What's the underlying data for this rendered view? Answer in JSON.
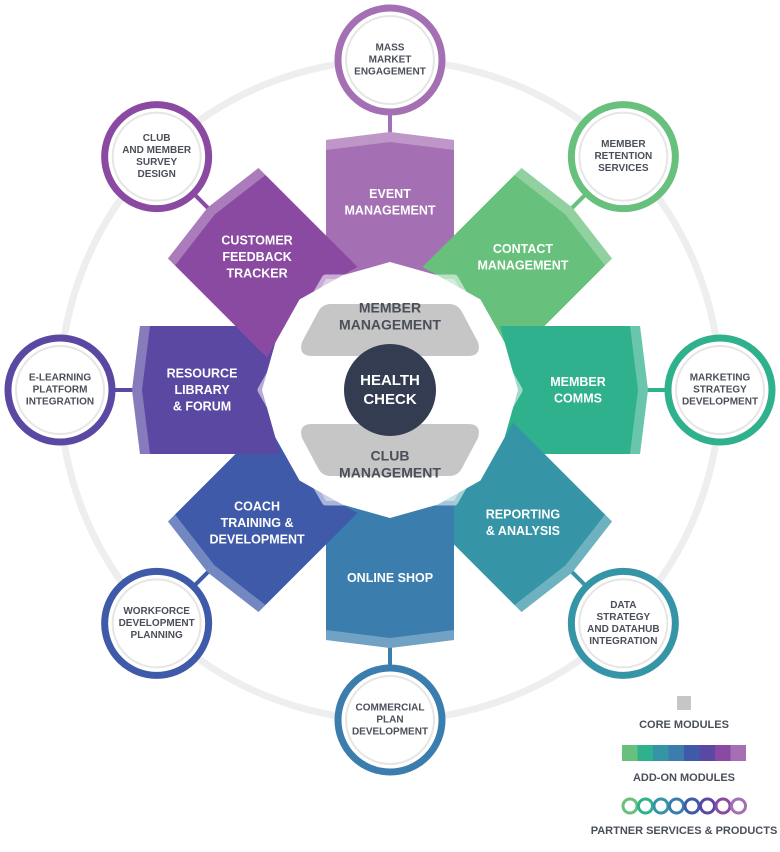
{
  "hub": {
    "lines": [
      "HEALTH",
      "CHECK"
    ],
    "color": "#343c52"
  },
  "core_modules": [
    {
      "lines": [
        "MEMBER",
        "MANAGEMENT"
      ]
    },
    {
      "lines": [
        "CLUB",
        "MANAGEMENT"
      ]
    }
  ],
  "add_on_modules": [
    {
      "lines": [
        "EVENT",
        "MANAGEMENT"
      ],
      "color": "#a56fb3"
    },
    {
      "lines": [
        "CONTACT",
        "MANAGEMENT"
      ],
      "color": "#67c07b"
    },
    {
      "lines": [
        "MEMBER",
        "COMMS"
      ],
      "color": "#30b18d"
    },
    {
      "lines": [
        "REPORTING",
        "& ANALYSIS"
      ],
      "color": "#3694a7"
    },
    {
      "lines": [
        "ONLINE SHOP"
      ],
      "color": "#3b7eae"
    },
    {
      "lines": [
        "COACH",
        "TRAINING &",
        "DEVELOPMENT"
      ],
      "color": "#3e5aa8"
    },
    {
      "lines": [
        "RESOURCE",
        "LIBRARY",
        "& FORUM"
      ],
      "color": "#5a48a2"
    },
    {
      "lines": [
        "CUSTOMER",
        "FEEDBACK",
        "TRACKER"
      ],
      "color": "#8b4aa1"
    }
  ],
  "partner_services": [
    {
      "lines": [
        "MASS",
        "MARKET",
        "ENGAGEMENT"
      ],
      "color": "#a56fb3"
    },
    {
      "lines": [
        "MEMBER",
        "RETENTION",
        "SERVICES"
      ],
      "color": "#67c07b"
    },
    {
      "lines": [
        "MARKETING",
        "STRATEGY",
        "DEVELOPMENT"
      ],
      "color": "#30b18d"
    },
    {
      "lines": [
        "DATA",
        "STRATEGY",
        "AND DATAHUB",
        "INTEGRATION"
      ],
      "color": "#3694a7"
    },
    {
      "lines": [
        "COMMERCIAL",
        "PLAN",
        "DEVELOPMENT"
      ],
      "color": "#3b7eae"
    },
    {
      "lines": [
        "WORKFORCE",
        "DEVELOPMENT",
        "PLANNING"
      ],
      "color": "#3e5aa8"
    },
    {
      "lines": [
        "E-LEARNING",
        "PLATFORM",
        "INTEGRATION"
      ],
      "color": "#5a48a2"
    },
    {
      "lines": [
        "CLUB",
        "AND MEMBER",
        "SURVEY",
        "DESIGN"
      ],
      "color": "#8b4aa1"
    }
  ],
  "legend": {
    "core": {
      "label": "CORE MODULES",
      "color": "#c6c6c6"
    },
    "add_on": {
      "label": "ADD-ON MODULES",
      "colors": [
        "#67c07b",
        "#30b18d",
        "#3694a7",
        "#3b7eae",
        "#3e5aa8",
        "#5a48a2",
        "#8b4aa1",
        "#a56fb3"
      ]
    },
    "partner": {
      "label": "PARTNER SERVICES & PRODUCTS",
      "colors": [
        "#67c07b",
        "#30b18d",
        "#3694a7",
        "#3b7eae",
        "#3e5aa8",
        "#5a48a2",
        "#8b4aa1",
        "#a56fb3"
      ]
    }
  }
}
